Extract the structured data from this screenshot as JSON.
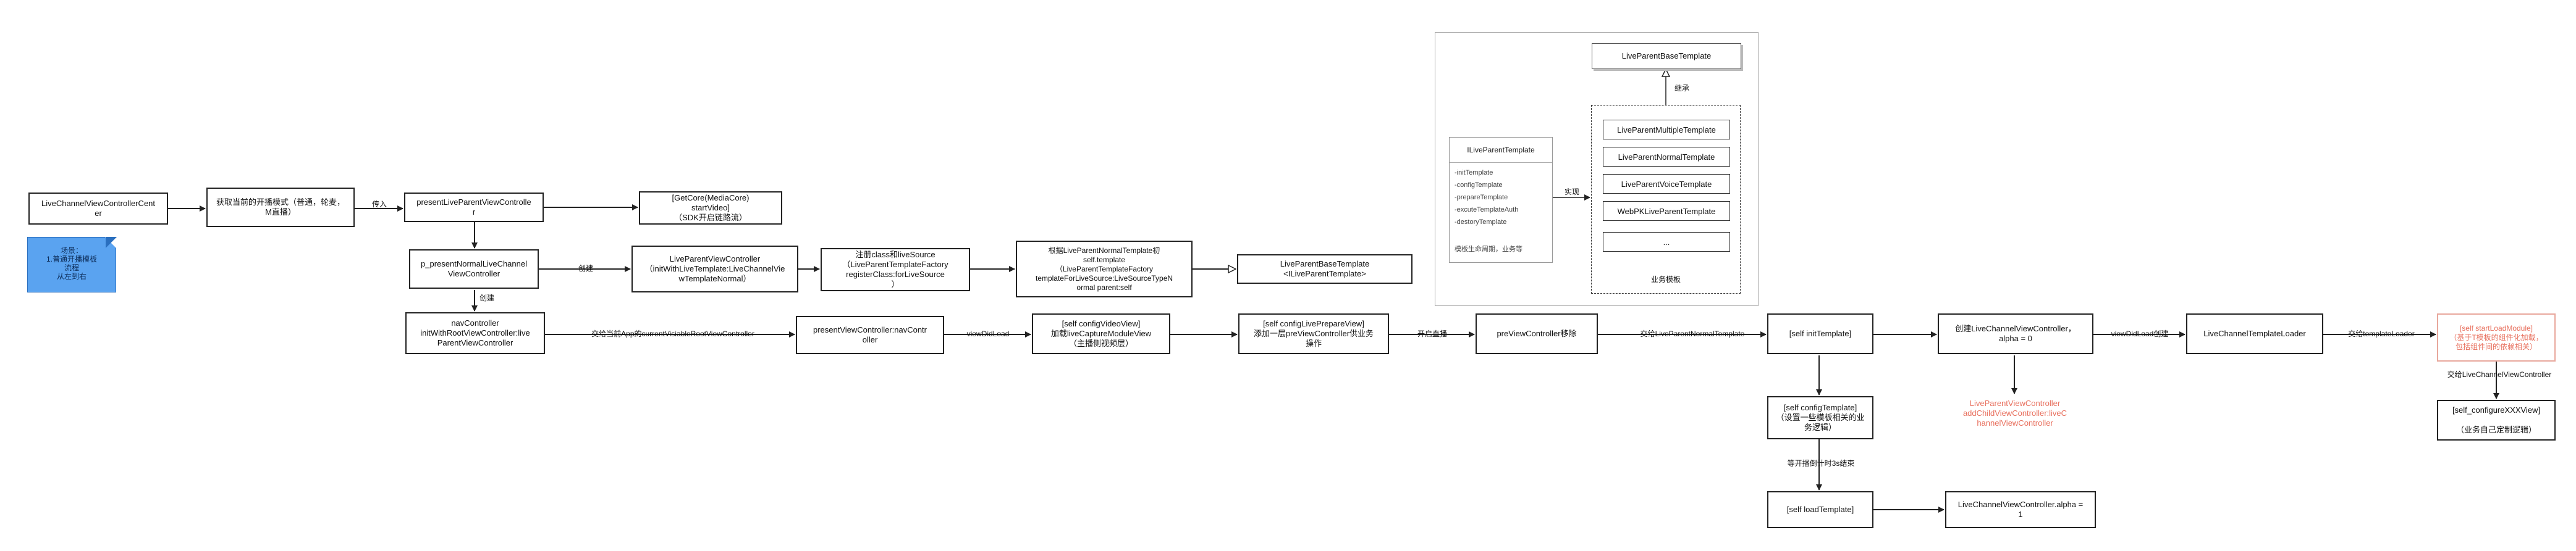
{
  "flow": {
    "center": "LiveChannelViewControllerCent\ner",
    "get_mode": "获取当前的开播模式（普通，轮麦，\nM直播）",
    "present_parent": "presentLiveParentViewControlle\nr",
    "get_core": "[GetCore(MediaCore)\nstartVideo]\n（SDK开启链路流）",
    "p_present_normal": "p_presentNormalLiveChannel\nViewController",
    "parent_vc_init": "LiveParentViewController\n（initWithLiveTemplate:LiveChannelVie\nwTemplateNormal）",
    "register_class": "注册class和liveSource\n（LiveParentTemplateFactory\nregisterClass:forLiveSource\n）",
    "get_template": "根据LiveParentNormalTemplate初\nself.template\n（LiveParentTemplateFactory\ntemplateForLiveSource:LiveSourceTypeN\normal parent:self",
    "base_template_impl": "LiveParentBaseTemplate\n<ILiveParentTemplate>",
    "nav_controller": "navController\ninitWithRootViewController:live\nParentViewController",
    "present_nav": "presentViewController:navContr\noller",
    "config_video": "[self configVideoView]\n加载liveCaptureModuleView\n（主播侧视频层）",
    "config_prepare": "[self configLivePrepareView]\n添加一层preViewController供业务\n操作",
    "prevc_remove": "preViewController移除",
    "init_template": "[self initTemplate]",
    "create_channel": "创建LiveChannelViewController，\nalpha = 0",
    "template_loader": "LiveChannelTemplateLoader",
    "start_load_module": "[self startLoadModule]\n（基于T模板的组件化加载，\n包括组件间的依赖相关）",
    "configure_view": "[self_configureXXXView]\n\n（业务自己定制逻辑）",
    "config_template": "[self configTemplate]\n（设置一些模板相关的业务逻辑）",
    "load_template": "[self loadTemplate]",
    "alpha_one": "LiveChannelViewController.alpha =\n1"
  },
  "labels": {
    "pass_in": "传入",
    "create1": "创建",
    "create2": "创建",
    "hand_to_app": "交给当前App的currentVisiableRootViewController",
    "view_did_load1": "viewDidLoad",
    "start_live": "开启直播",
    "hand_to_template": "交给LiveParentNormalTemplate",
    "view_did_load2": "viewDidLoad创建",
    "hand_to_loader": "交给templateLoader",
    "hand_to_channel_vc": "交给LiveChannelViewController",
    "wait_start": "等开播倒计时3s结束",
    "add_child": "LiveParentViewController\naddChildViewController:liveC\nhannelViewController",
    "inherit": "继承",
    "implement": "实现"
  },
  "note": {
    "text": "场景：\n1.普通开播模板\n流程\n从左到右"
  },
  "template_group": {
    "base": "LiveParentBaseTemplate",
    "items": [
      "LiveParentMultipleTemplate",
      "LiveParentNormalTemplate",
      "LiveParentVoiceTemplate",
      "WebPKLiveParentTemplate",
      "..."
    ],
    "caption": "业务模板",
    "interface_title": "ILiveParentTemplate",
    "interface_methods": [
      "-initTemplate",
      "-configTemplate",
      "-prepareTemplate",
      "-excuteTemplateAuth",
      "-destoryTemplate"
    ],
    "interface_desc": "模板生命周期，业务等"
  },
  "colors": {
    "line": "#222222",
    "red_text": "#e8705e",
    "note_fill": "#5aa3f0"
  }
}
